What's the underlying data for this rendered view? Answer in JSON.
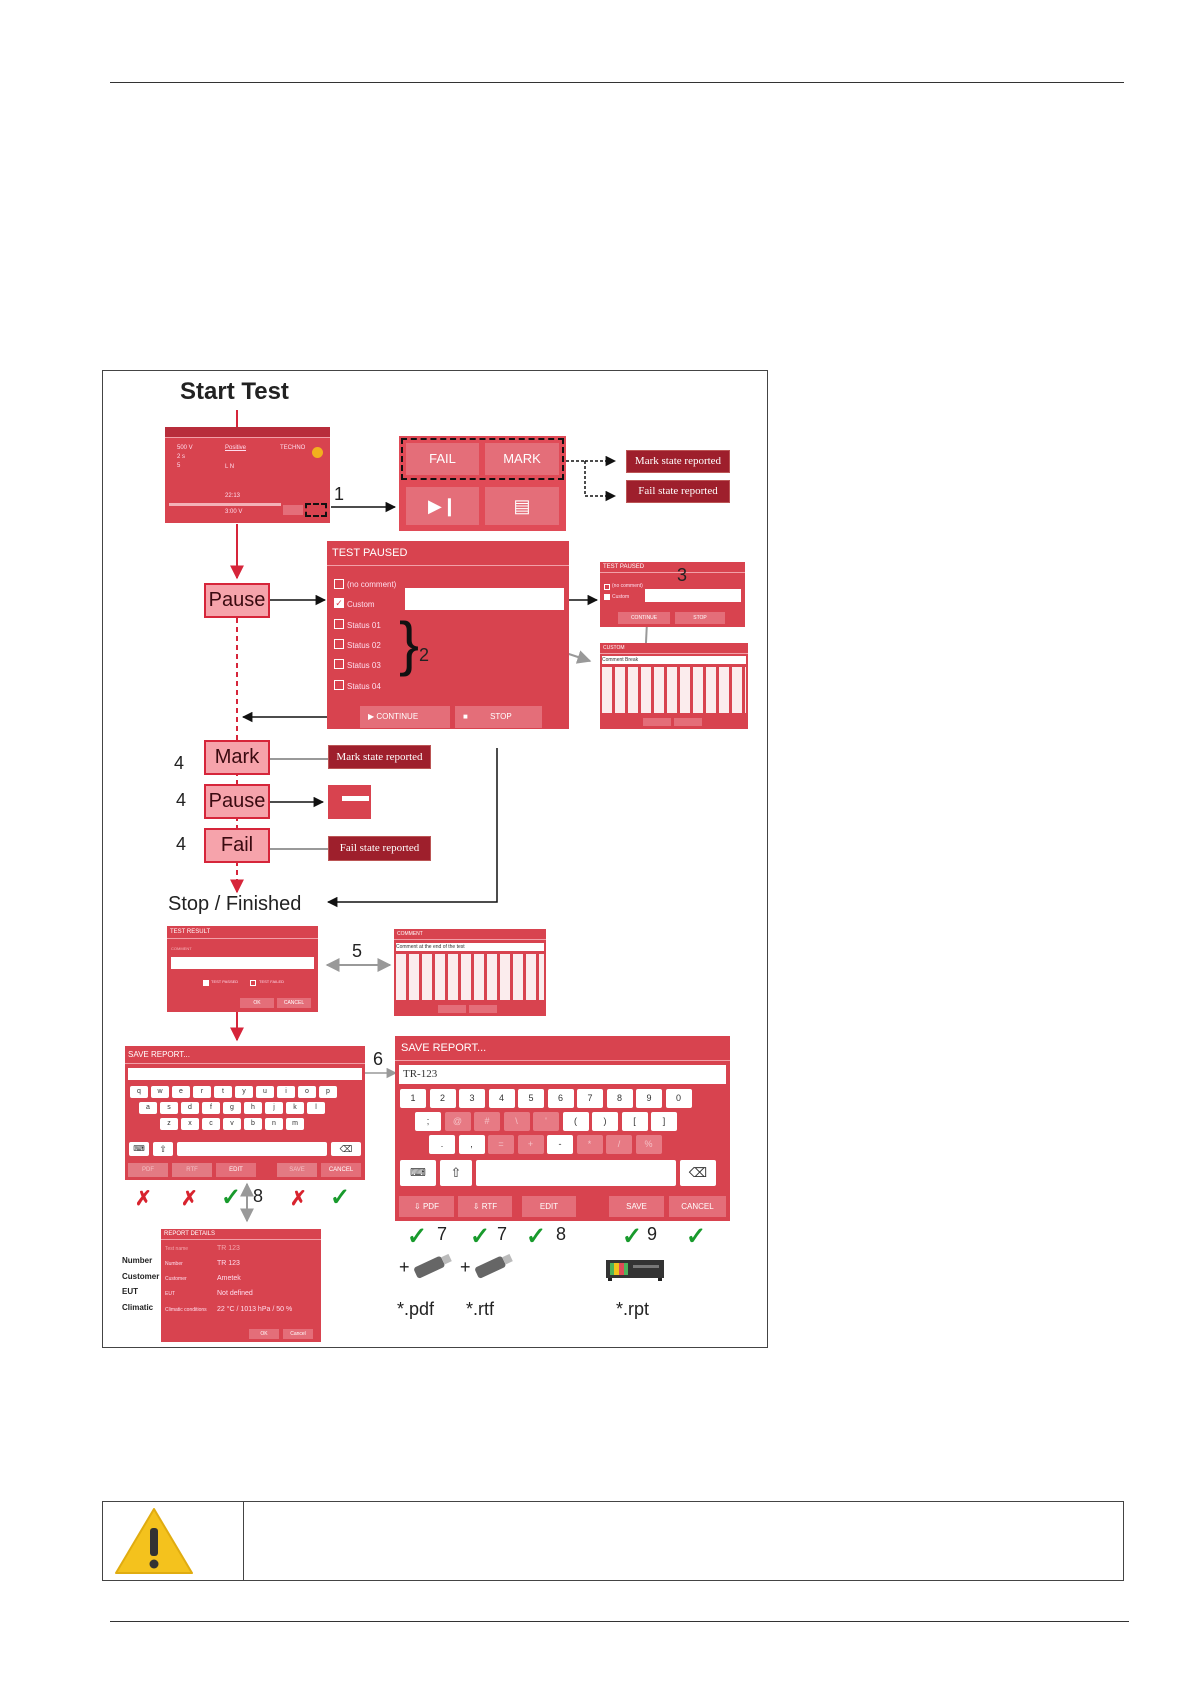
{
  "diagram": {
    "start_label": "Start Test",
    "stop_label": "Stop / Finished",
    "flow": {
      "pause": "Pause",
      "mark": "Mark",
      "pause2": "Pause",
      "fail": "Fail"
    },
    "markers": {
      "n1": "1",
      "n2": "2",
      "n3": "3",
      "n4a": "4",
      "n4b": "4",
      "n4c": "4",
      "n5": "5",
      "n6": "6",
      "n7a": "7",
      "n7b": "7",
      "n8a": "8",
      "n8b": "8",
      "n9": "9"
    },
    "run_screen": {
      "v1": "500 V",
      "v2": "2 s",
      "v3": "5",
      "polarity": "Positive",
      "tech": "TECHNO",
      "l1": "L N",
      "time": "22:13",
      "ut": "3:00 V"
    },
    "action_buttons": {
      "fail": "FAIL",
      "mark": "MARK"
    },
    "badges": {
      "mark_state": "Mark state reported",
      "fail_state": "Fail state reported"
    },
    "test_paused": {
      "title": "TEST PAUSED",
      "no_comment": "(no comment)",
      "custom": "Custom",
      "statuses": [
        "Status 01",
        "Status 02",
        "Status 03",
        "Status 04"
      ],
      "continue": "CONTINUE",
      "stop": "STOP"
    },
    "small_paused": {
      "title": "TEST PAUSED",
      "no_comment": "(no comment)",
      "custom": "Custom",
      "continue": "CONTINUE",
      "stop": "STOP"
    },
    "custom_kb": {
      "title": "CUSTOM",
      "value": "Comment Break"
    },
    "test_result": {
      "title": "TEST RESULT",
      "comment": "COMMENT",
      "passed": "TEST PASSED",
      "failed": "TEST FAILED",
      "ok": "OK",
      "cancel": "CANCEL"
    },
    "comment_kb": {
      "title": "COMMENT",
      "value": "Comment at the end of the test"
    },
    "save_small": {
      "title": "SAVE REPORT...",
      "btns": [
        "PDF",
        "RTF",
        "EDIT",
        "SAVE",
        "CANCEL"
      ]
    },
    "save_large": {
      "title": "SAVE REPORT...",
      "value": "TR-123",
      "digits": [
        "1",
        "2",
        "3",
        "4",
        "5",
        "6",
        "7",
        "8",
        "9",
        "0"
      ],
      "sym_row": [
        ";",
        "@",
        "#",
        "\\",
        "'",
        "(",
        ")",
        "[",
        "]"
      ],
      "sym_row2": [
        ".",
        ",",
        "=",
        "+",
        "-",
        "*",
        "/",
        "%"
      ],
      "btns": [
        "PDF",
        "RTF",
        "EDIT",
        "SAVE",
        "CANCEL"
      ]
    },
    "keyboard_rows": [
      [
        "q",
        "w",
        "e",
        "r",
        "t",
        "y",
        "u",
        "i",
        "o",
        "p"
      ],
      [
        "a",
        "s",
        "d",
        "f",
        "g",
        "h",
        "j",
        "k",
        "l"
      ],
      [
        "z",
        "x",
        "c",
        "v",
        "b",
        "n",
        "m"
      ]
    ],
    "report_details": {
      "title": "REPORT DETAILS",
      "labels": [
        "Number",
        "Customer",
        "EUT",
        "Climatic"
      ],
      "inner_labels": [
        "Test name",
        "Number",
        "Customer",
        "EUT",
        "Climatic conditions"
      ],
      "values": [
        "TR 123",
        "TR 123",
        "Ametek",
        "Not defined",
        "22 °C / 1013 hPa / 50 %"
      ],
      "ok": "OK",
      "cancel": "Cancel"
    },
    "extensions": {
      "pdf": "*.pdf",
      "rtf": "*.rtf",
      "rpt": "*.rpt"
    },
    "plus": "+",
    "check": "✓",
    "cross": "✗"
  },
  "colors": {
    "accent": "#d6253a",
    "panel": "#d8434f",
    "badge": "#9e1f2c",
    "check": "#189a2c"
  }
}
